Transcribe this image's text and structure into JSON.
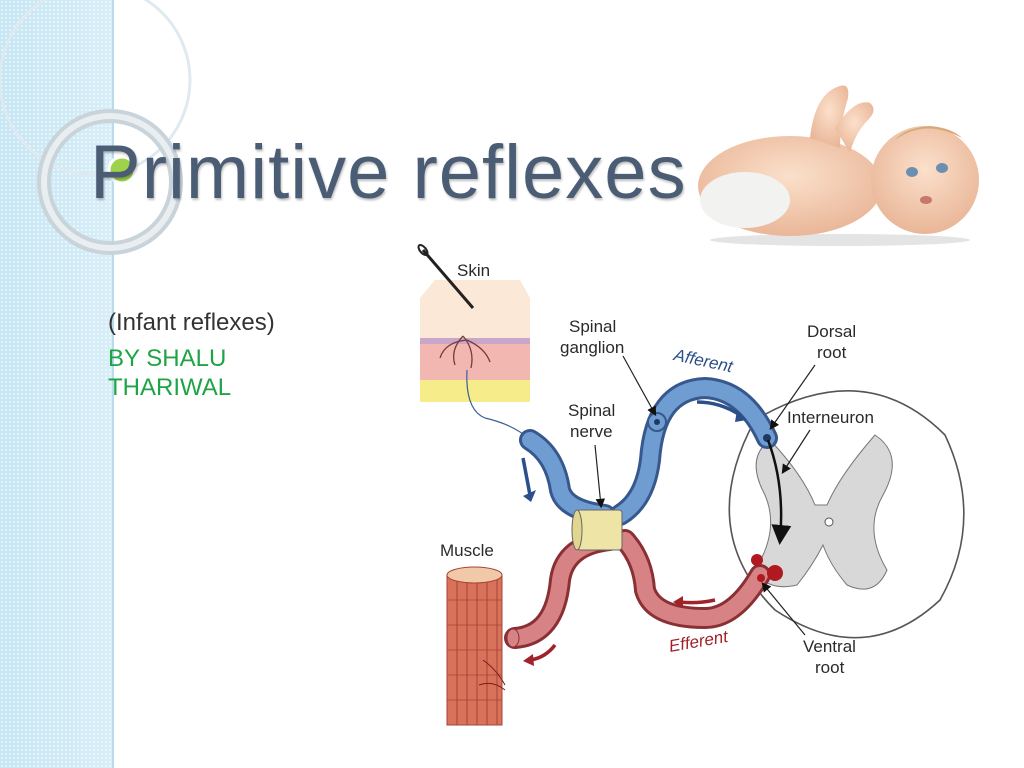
{
  "slide": {
    "title": "Primitive reflexes",
    "subtitle": "(Infant reflexes)",
    "author": "BY SHALU THARIWAL"
  },
  "diagram": {
    "labels": {
      "skin": "Skin",
      "spinal_ganglion_1": "Spinal",
      "spinal_ganglion_2": "ganglion",
      "afferent": "Afferent",
      "dorsal_root_1": "Dorsal",
      "dorsal_root_2": "root",
      "interneuron": "Interneuron",
      "spinal_nerve_1": "Spinal",
      "spinal_nerve_2": "nerve",
      "muscle": "Muscle",
      "efferent": "Efferent",
      "ventral_root_1": "Ventral",
      "ventral_root_2": "root"
    }
  },
  "colors": {
    "title": "#4a5d74",
    "author": "#1ea446",
    "afferent": "#5b8ec4",
    "efferent": "#c7686a"
  }
}
